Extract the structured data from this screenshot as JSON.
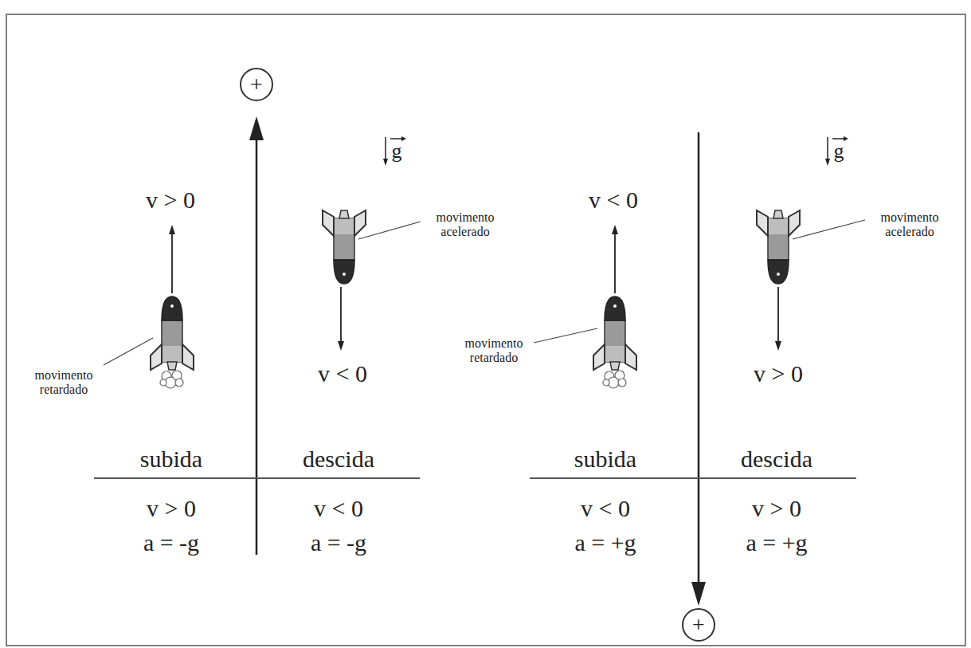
{
  "diagram": {
    "nodes": [
      {
        "text": [
          "+"
        ]
      },
      {
        "text": [
          "+"
        ]
      }
    ],
    "labels": [
      "g",
      "v > 0",
      "movimento retardado",
      "v < 0",
      "movimento acelerado",
      "subida",
      "descida",
      "v > 0",
      "a = -g",
      "v < 0",
      "a = -g",
      "g",
      "v < 0",
      "movimento retardado",
      "v > 0",
      "movimento acelerado",
      "subida",
      "descida",
      "v < 0",
      "a = +g",
      "v > 0",
      "a = +g"
    ]
  }
}
